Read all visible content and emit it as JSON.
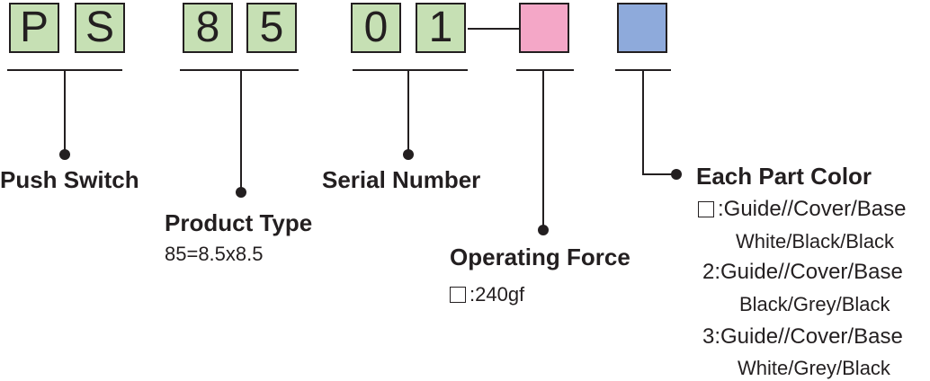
{
  "code_boxes": [
    {
      "char": "P",
      "color": "#c6e0b4"
    },
    {
      "char": "S",
      "color": "#c6e0b4"
    },
    {
      "char": "8",
      "color": "#c6e0b4"
    },
    {
      "char": "5",
      "color": "#c6e0b4"
    },
    {
      "char": "0",
      "color": "#c6e0b4"
    },
    {
      "char": "1",
      "color": "#c6e0b4"
    },
    {
      "char": "",
      "color": "#f4a7c7"
    },
    {
      "char": "",
      "color": "#8eaadb"
    }
  ],
  "labels": {
    "push_switch": "Push Switch",
    "product_type": "Product Type",
    "product_type_value": "85=8.5x8.5",
    "serial_number": "Serial Number",
    "operating_force": "Operating Force",
    "operating_force_value": ":240gf",
    "each_part_color": "Each Part Color"
  },
  "color_options": [
    {
      "code": ":Guide//Cover/Base",
      "value": "White/Black/Black"
    },
    {
      "code": "2:Guide//Cover/Base",
      "value": "Black/Grey/Black"
    },
    {
      "code": "3:Guide//Cover/Base",
      "value": "White/Grey/Black"
    }
  ],
  "colors": {
    "green": "#c6e0b4",
    "pink": "#f4a7c7",
    "blue": "#8eaadb",
    "ink": "#231f20"
  }
}
